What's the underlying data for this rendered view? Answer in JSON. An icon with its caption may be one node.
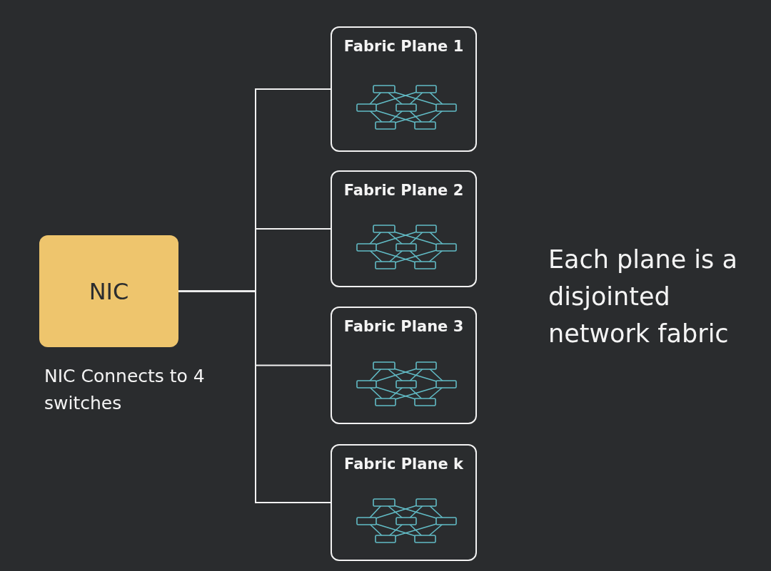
{
  "diagram": {
    "nodes": [
      {
        "text": [
          "NIC"
        ],
        "beside": [
          "NIC Connects to 4 switches"
        ]
      },
      {
        "text": [
          "Fabric Plane 1"
        ]
      },
      {
        "text": [
          "Fabric Plane 2"
        ]
      },
      {
        "text": [
          "Fabric Plane 3"
        ]
      },
      {
        "text": [
          "Fabric Plane k"
        ]
      }
    ],
    "edges": [
      {
        "from": 0,
        "to": 1,
        "arrow": "none"
      },
      {
        "from": 0,
        "to": 2,
        "arrow": "none"
      },
      {
        "from": 0,
        "to": 3,
        "arrow": "none"
      },
      {
        "from": 0,
        "to": 4,
        "arrow": "none"
      }
    ],
    "labels": [
      "Each plane is a disjointed network fabric"
    ]
  }
}
